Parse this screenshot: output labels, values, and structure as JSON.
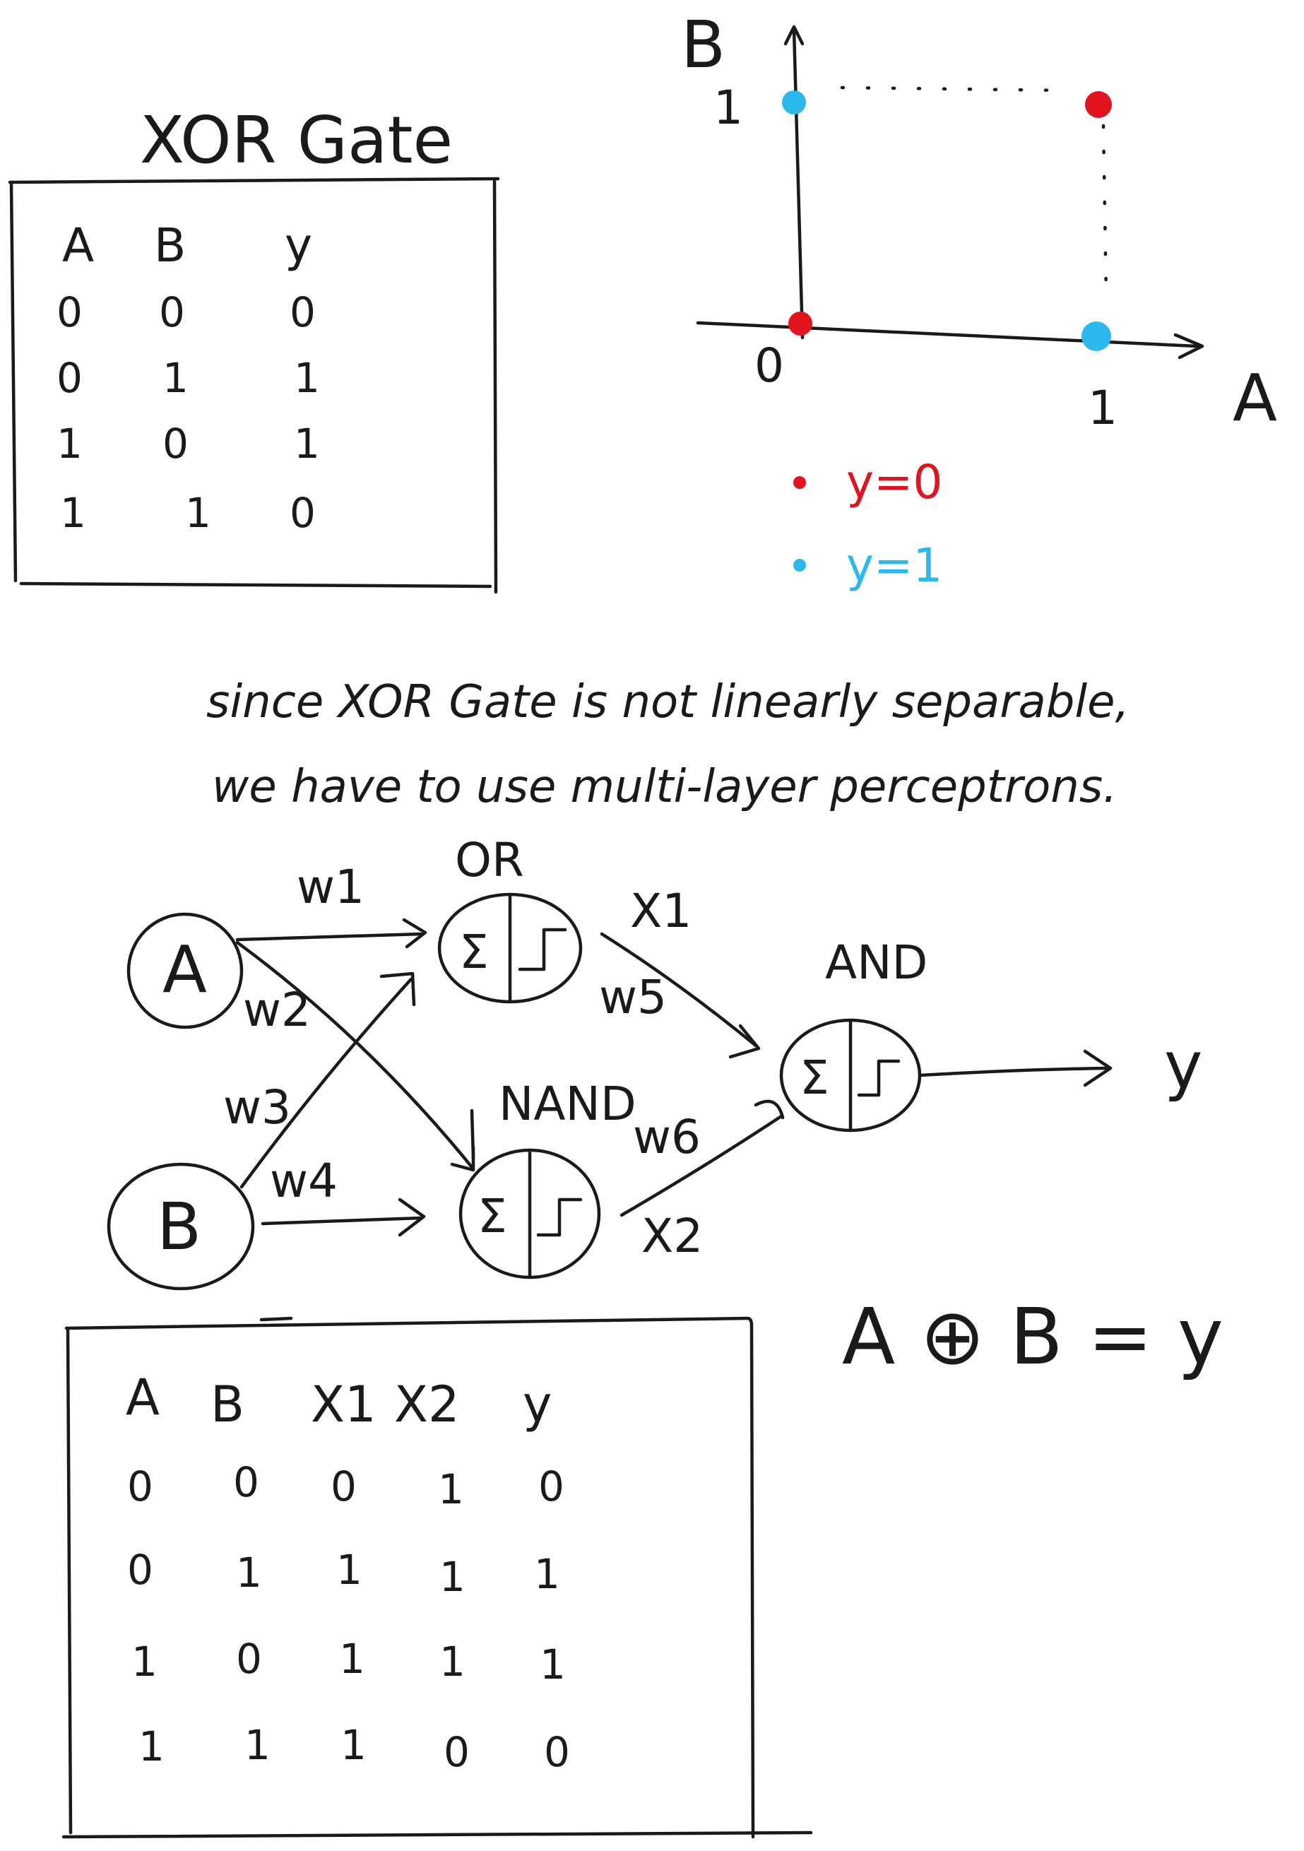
{
  "xor_title": "XOR Gate",
  "truth_table_1": {
    "headers": [
      "A",
      "B",
      "y"
    ],
    "rows": [
      [
        "0",
        "0",
        "0"
      ],
      [
        "0",
        "1",
        "1"
      ],
      [
        "1",
        "0",
        "1"
      ],
      [
        "1",
        "1",
        "0"
      ]
    ]
  },
  "plot": {
    "y_axis_label": "B",
    "x_axis_label": "A",
    "origin_label": "0",
    "x_tick": "1",
    "y_tick": "1",
    "legend": [
      {
        "label": "y=0",
        "color": "#e2121e"
      },
      {
        "label": "y=1",
        "color": "#2bb8ec"
      }
    ]
  },
  "note": {
    "line1": "since XOR Gate is not linearly separable,",
    "line2": "we have to use multi-layer perceptrons."
  },
  "network": {
    "input_a": "A",
    "input_b": "B",
    "or_label": "OR",
    "nand_label": "NAND",
    "and_label": "AND",
    "neuron_symbol": "Σ",
    "output": "y",
    "weights": [
      "w1",
      "w2",
      "w3",
      "w4",
      "w5",
      "w6"
    ],
    "x1": "X1",
    "x2": "X2"
  },
  "equation": "A ⊕ B = y",
  "truth_table_2": {
    "headers": [
      "A",
      "B",
      "X1",
      "X2",
      "y"
    ],
    "rows": [
      [
        "0",
        "0",
        "0",
        "1",
        "0"
      ],
      [
        "0",
        "1",
        "1",
        "1",
        "1"
      ],
      [
        "1",
        "0",
        "1",
        "1",
        "1"
      ],
      [
        "1",
        "1",
        "1",
        "0",
        "0"
      ]
    ]
  }
}
